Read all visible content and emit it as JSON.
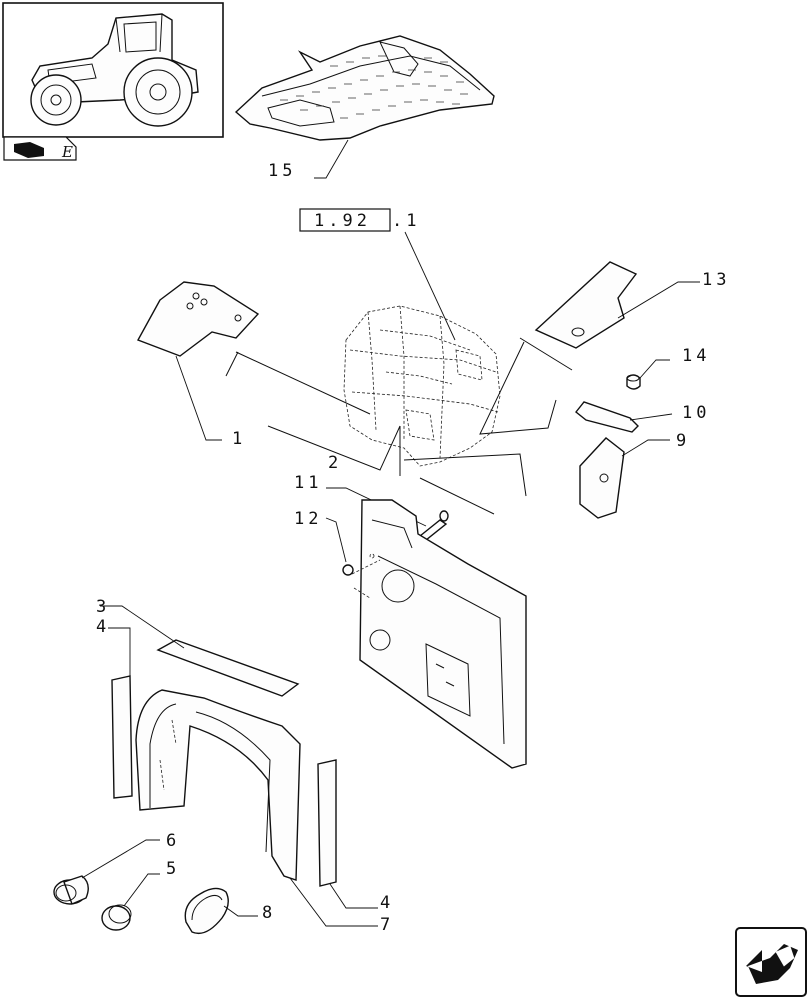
{
  "reference": {
    "boxed": "1.92",
    "suffix": ".1"
  },
  "callouts": {
    "c15": "15",
    "c13": "13",
    "c14": "14",
    "c10": "10",
    "c9": "9",
    "c1": "1",
    "c2": "2",
    "c11": "11",
    "c12": "12",
    "c3": "3",
    "c4a": "4",
    "c4b": "4",
    "c7": "7",
    "c6": "6",
    "c5": "5",
    "c8": "8"
  },
  "thumbnail": {
    "icon": "tractor-icon",
    "badge_icon": "book-icon",
    "badge_letter": "E"
  },
  "nav": {
    "icon": "next-page-arrow-icon"
  }
}
